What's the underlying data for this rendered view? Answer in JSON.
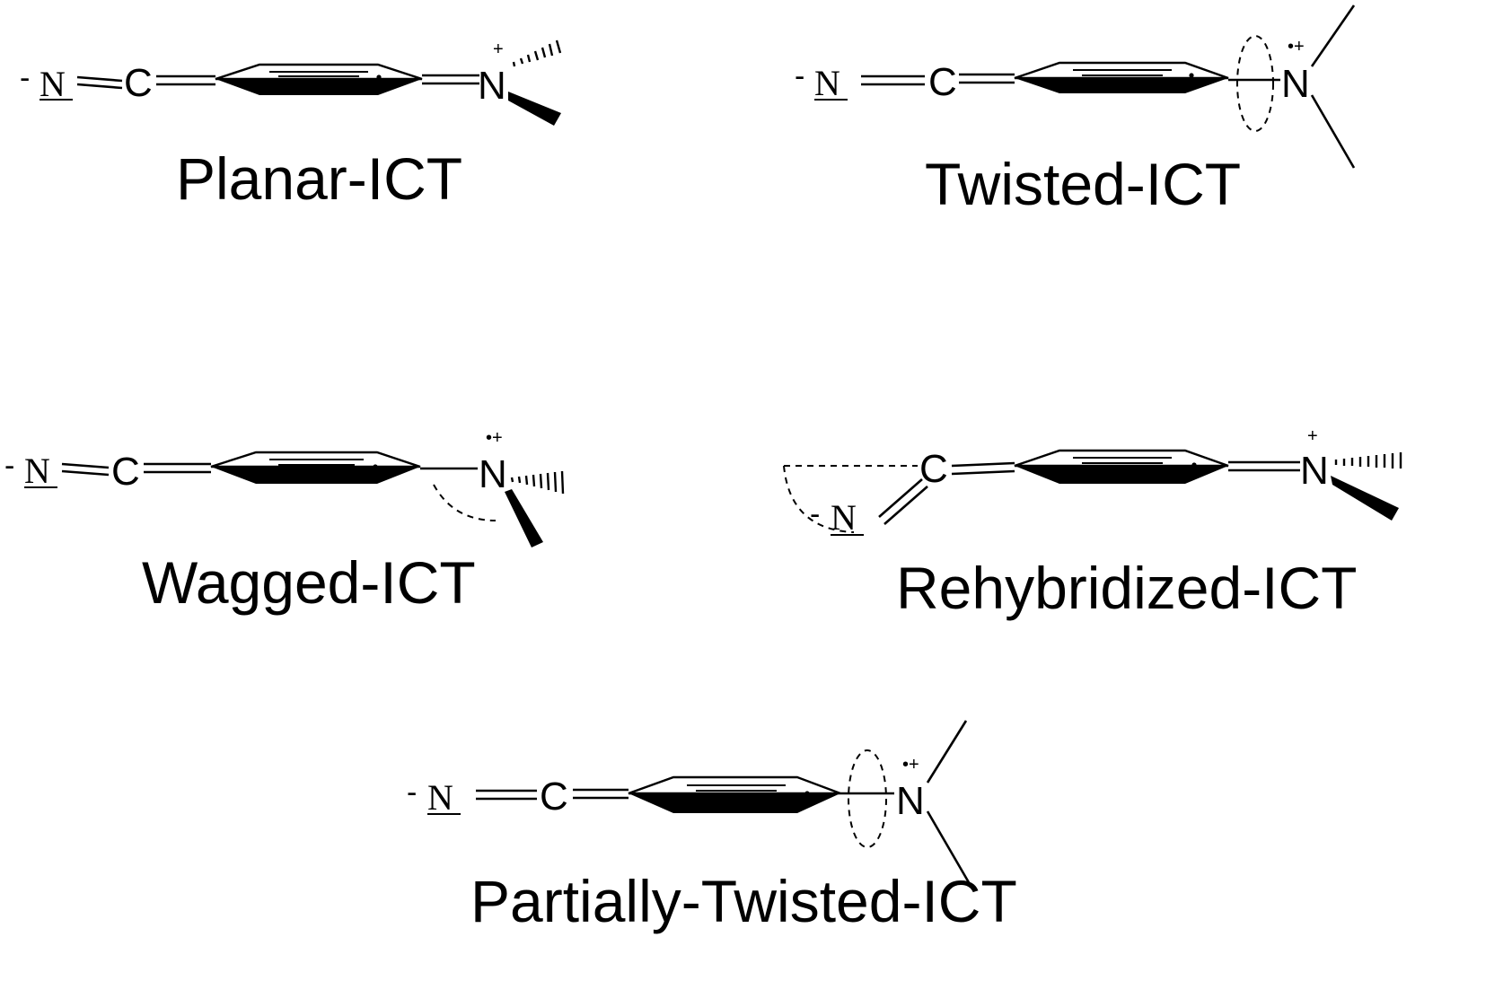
{
  "atoms": {
    "anion_sign": "-",
    "cyano_nitrogen": "N",
    "carbon": "C",
    "amino_nitrogen": "N",
    "cation_charge": "+",
    "radical_cation_charge": "•+"
  },
  "structures": [
    {
      "caption": "Planar-ICT"
    },
    {
      "caption": "Twisted-ICT"
    },
    {
      "caption": "Wagged-ICT"
    },
    {
      "caption": "Rehybridized-ICT"
    },
    {
      "caption": "Partially-Twisted-ICT"
    }
  ]
}
